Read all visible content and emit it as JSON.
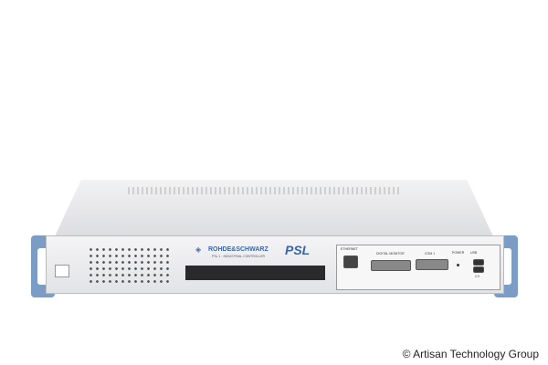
{
  "product": {
    "brand": "ROHDE&SCHWARZ",
    "subtitle": "PSL 1 · INDUSTRIAL CONTROLLER",
    "model": "PSL",
    "ports": {
      "ethernet": "ETHERNET",
      "monitor": "DIGITAL MONITOR",
      "com": "COM 1",
      "power": "POWER",
      "usb": "USB",
      "usb_version": "2.0"
    }
  },
  "watermark": "© Artisan Technology Group"
}
